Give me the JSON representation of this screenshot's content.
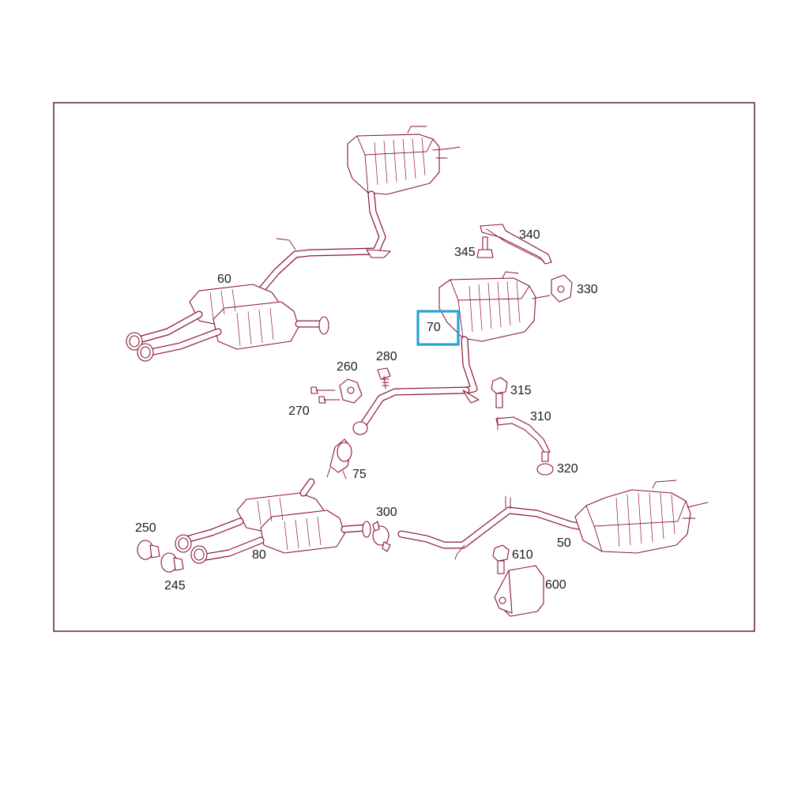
{
  "diagram": {
    "highlighted_part": "70",
    "callouts": [
      {
        "id": "60",
        "text": "60"
      },
      {
        "id": "340",
        "text": "340"
      },
      {
        "id": "345",
        "text": "345"
      },
      {
        "id": "330",
        "text": "330"
      },
      {
        "id": "70",
        "text": "70"
      },
      {
        "id": "260",
        "text": "260"
      },
      {
        "id": "280",
        "text": "280"
      },
      {
        "id": "270",
        "text": "270"
      },
      {
        "id": "315",
        "text": "315"
      },
      {
        "id": "310",
        "text": "310"
      },
      {
        "id": "320",
        "text": "320"
      },
      {
        "id": "75",
        "text": "75"
      },
      {
        "id": "300",
        "text": "300"
      },
      {
        "id": "250",
        "text": "250"
      },
      {
        "id": "245",
        "text": "245"
      },
      {
        "id": "80",
        "text": "80"
      },
      {
        "id": "50",
        "text": "50"
      },
      {
        "id": "610",
        "text": "610"
      },
      {
        "id": "600",
        "text": "600"
      }
    ],
    "colors": {
      "line": "#8a1530",
      "frame": "#5a1020",
      "highlight": "#29a3d6",
      "text": "#1a1a1a"
    }
  }
}
